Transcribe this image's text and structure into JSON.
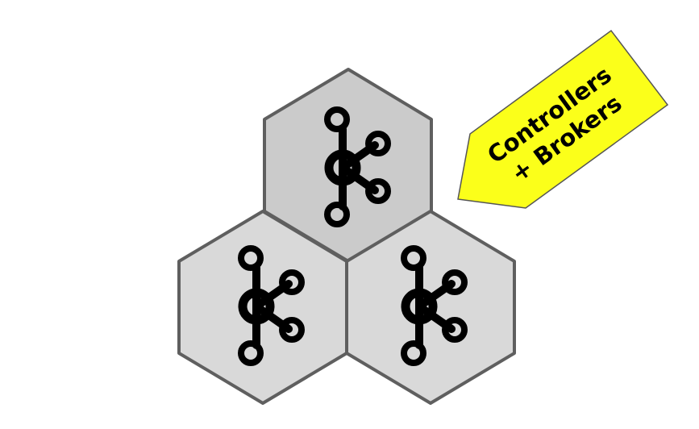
{
  "diagram": {
    "nodes": [
      {
        "id": "top",
        "icon": "kafka-logo-icon"
      },
      {
        "id": "bottom-left",
        "icon": "kafka-logo-icon"
      },
      {
        "id": "bottom-right",
        "icon": "kafka-logo-icon"
      }
    ],
    "label": {
      "line1": "Controllers",
      "line2": "+ Brokers"
    },
    "colors": {
      "hex_top_fill": "#cbcbcb",
      "hex_bottom_fill": "#d9d9d9",
      "hex_stroke": "#5f5f5f",
      "icon": "#000000",
      "tag_fill": "#fbff1a"
    }
  }
}
